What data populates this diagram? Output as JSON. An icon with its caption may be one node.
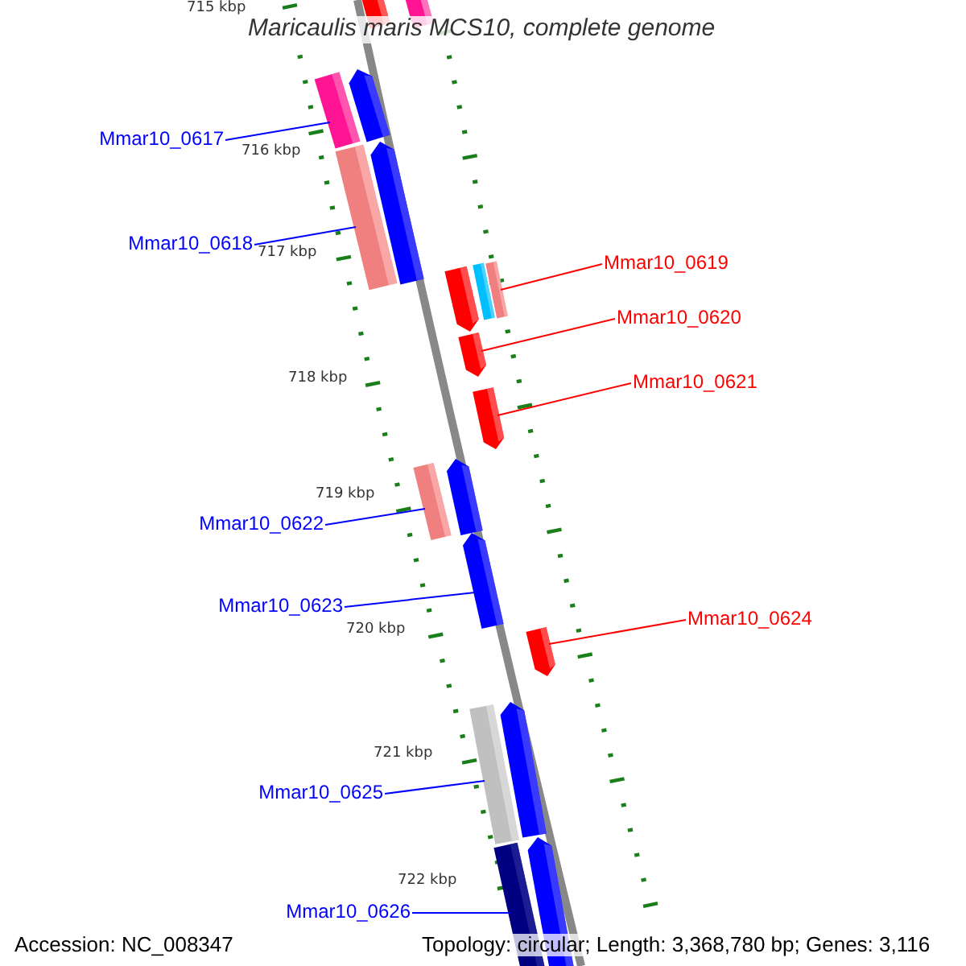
{
  "diagram": {
    "title": "Maricaulis maris MCS10, complete genome",
    "nodes": [
      {
        "text": [
          "Mmar10_0617"
        ]
      },
      {
        "text": [
          "Mmar10_0618"
        ]
      },
      {
        "text": [
          "Mmar10_0619"
        ]
      },
      {
        "text": [
          "Mmar10_0620"
        ]
      },
      {
        "text": [
          "Mmar10_0621"
        ]
      },
      {
        "text": [
          "Mmar10_0622"
        ]
      },
      {
        "text": [
          "Mmar10_0623"
        ]
      },
      {
        "text": [
          "Mmar10_0624"
        ]
      },
      {
        "text": [
          "Mmar10_0625"
        ]
      },
      {
        "text": [
          "Mmar10_0626"
        ]
      },
      {
        "text": [],
        "shape": "bar"
      },
      {
        "text": [],
        "shape": "bar"
      },
      {
        "text": [],
        "shape": "bar"
      },
      {
        "text": [],
        "shape": "arrow"
      },
      {
        "text": [],
        "shape": "bar"
      },
      {
        "text": [],
        "shape": "arrow"
      },
      {
        "text": [],
        "shape": "arrow"
      },
      {
        "text": [],
        "shape": "bar"
      },
      {
        "text": [],
        "shape": "bar"
      },
      {
        "text": [],
        "shape": "arrow"
      },
      {
        "text": [],
        "shape": "arrow"
      },
      {
        "text": [],
        "shape": "bar"
      },
      {
        "text": [],
        "shape": "arrow"
      },
      {
        "text": [],
        "shape": "arrow"
      },
      {
        "text": [],
        "shape": "arrow"
      },
      {
        "text": [],
        "shape": "bar"
      },
      {
        "text": [],
        "shape": "arrow"
      },
      {
        "text": [],
        "shape": "bar"
      },
      {
        "text": [],
        "shape": "arrow"
      }
    ],
    "edges": [
      {
        "from": 0,
        "to": 12,
        "arrow": "none"
      },
      {
        "from": 1,
        "to": 14,
        "arrow": "none"
      },
      {
        "from": 2,
        "to": 18,
        "arrow": "none",
        "color": "#ff0000"
      },
      {
        "from": 3,
        "to": 19,
        "arrow": "none",
        "color": "#ff0000"
      },
      {
        "from": 4,
        "to": 20,
        "arrow": "none",
        "color": "#ff0000"
      },
      {
        "from": 5,
        "to": 21,
        "arrow": "none"
      },
      {
        "from": 6,
        "to": 23,
        "arrow": "none"
      },
      {
        "from": 7,
        "to": 24,
        "arrow": "none",
        "color": "#ff0000"
      },
      {
        "from": 8,
        "to": 25,
        "arrow": "none"
      },
      {
        "from": 9,
        "to": 27,
        "arrow": "none"
      }
    ],
    "labels": [
      "715 kbp",
      "716 kbp",
      "717 kbp",
      "718 kbp",
      "719 kbp",
      "720 kbp",
      "721 kbp",
      "722 kbp",
      "Accession: NC_008347",
      "Topology: circular; Length: 3,368,780 bp; Genes: 3,116"
    ]
  }
}
